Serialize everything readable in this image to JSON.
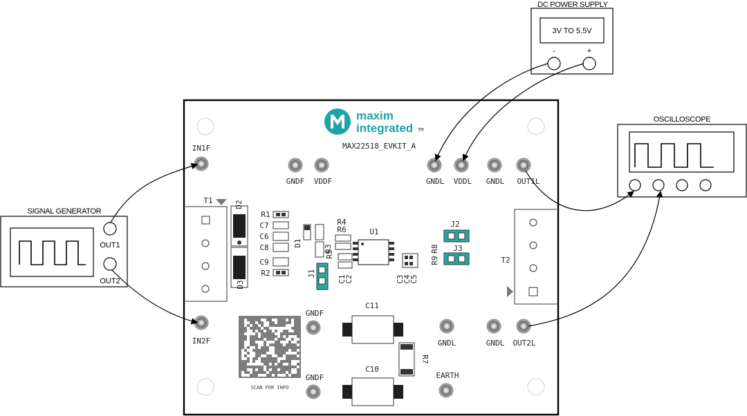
{
  "instruments": {
    "power_supply": {
      "title": "DC POWER SUPPLY",
      "display": "3V TO 5.5V",
      "minus": "-",
      "plus": "+"
    },
    "oscilloscope": {
      "title": "OSCILLOSCOPE"
    },
    "signal_generator": {
      "title": "SIGNAL GENERATOR",
      "out1": "OUT1",
      "out2": "OUT2"
    }
  },
  "board": {
    "logo_line1": "maxim",
    "logo_line2": "integrated",
    "logo_tm": "TM",
    "part_name": "MAX22518_EVKIT_A",
    "scan_text": "SCAN FOR INFO",
    "test_points": {
      "in1f": "IN1F",
      "in2f": "IN2F",
      "gndf_top": "GNDF",
      "vddf": "VDDF",
      "gndl_top": "GNDL",
      "vddl": "VDDL",
      "gndl_top2": "GNDL",
      "out1l": "OUT1L",
      "gndf_mid": "GNDF",
      "gndf_bot": "GNDF",
      "gndl_mid": "GNDL",
      "gndl_mid2": "GNDL",
      "out2l": "OUT2L",
      "earth": "EARTH"
    },
    "refdes": {
      "t1": "T1",
      "t2": "T2",
      "d1": "D1",
      "d2": "D2",
      "d3": "D3",
      "r1": "R1",
      "r2": "R2",
      "r3": "R3",
      "r4": "R4",
      "r5": "R5",
      "r6": "R6",
      "r7": "R7",
      "r8": "R8",
      "r9": "R9",
      "c1": "C1",
      "c2": "C2",
      "c3": "C3",
      "c4": "C4",
      "c5": "C5",
      "c6": "C6",
      "c7": "C7",
      "c8": "C8",
      "c9": "C9",
      "c10": "C10",
      "c11": "C11",
      "u1": "U1",
      "j1": "J1",
      "j2": "J2",
      "j3": "J3"
    }
  },
  "colors": {
    "accent": "#1fa3a4",
    "jumper": "#2aa7a3",
    "line": "#000000"
  }
}
